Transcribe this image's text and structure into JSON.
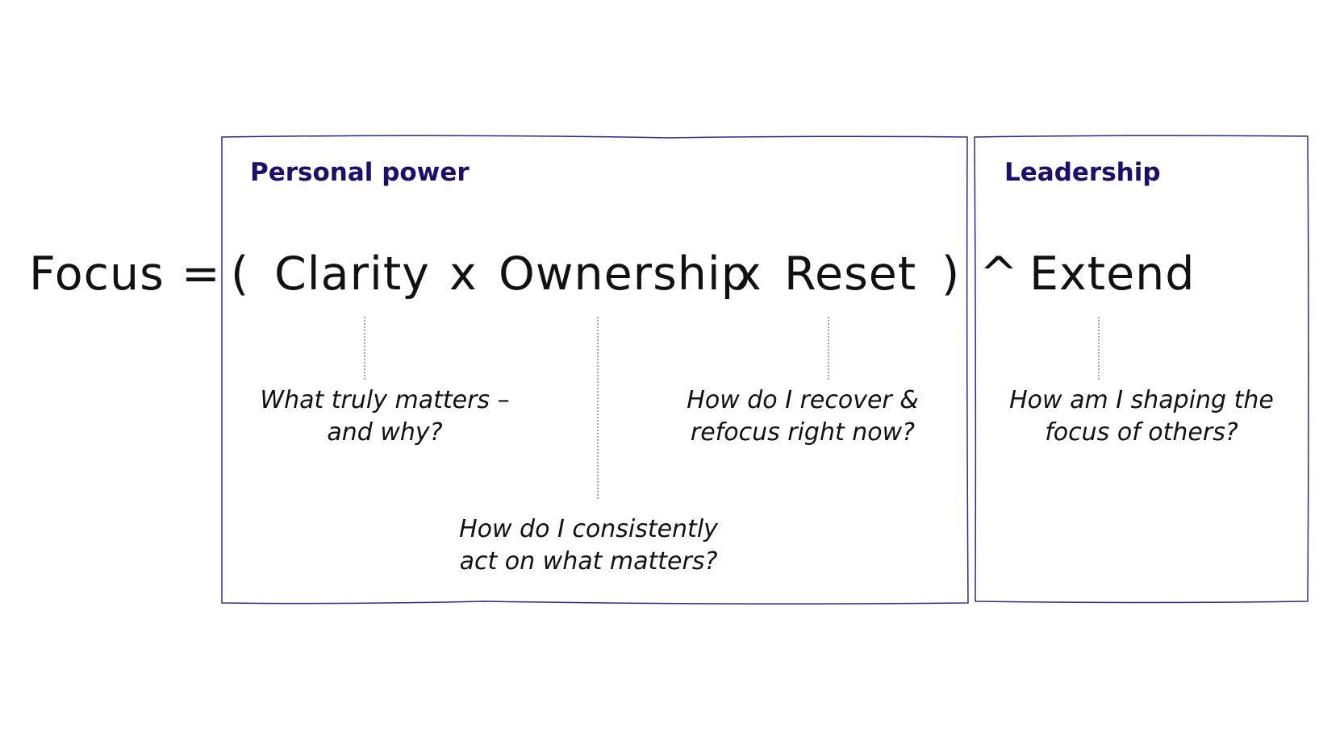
{
  "sections": {
    "personal_power": {
      "title": "Personal power"
    },
    "leadership": {
      "title": "Leadership"
    }
  },
  "equation": {
    "focus": "Focus",
    "equals": "=",
    "open_paren": "(",
    "clarity": "Clarity",
    "times_1": "x",
    "ownership": "Ownership",
    "times_2": "x",
    "reset": "Reset",
    "close_paren": ")",
    "power": "^",
    "extend": "Extend"
  },
  "questions": {
    "clarity": {
      "line1": "What truly matters –",
      "line2": "and why?"
    },
    "ownership": {
      "line1": "How do I consistently",
      "line2": "act on what matters?"
    },
    "reset": {
      "line1": "How do I recover &",
      "line2": "refocus right now?"
    },
    "extend": {
      "line1": "How am I shaping the",
      "line2": "focus of others?"
    }
  },
  "colors": {
    "frame_stroke": "#2b2a9a",
    "connector": "#3c3cb0",
    "section_title": "#1a0f6e",
    "text": "#111111",
    "background": "#ffffff"
  }
}
